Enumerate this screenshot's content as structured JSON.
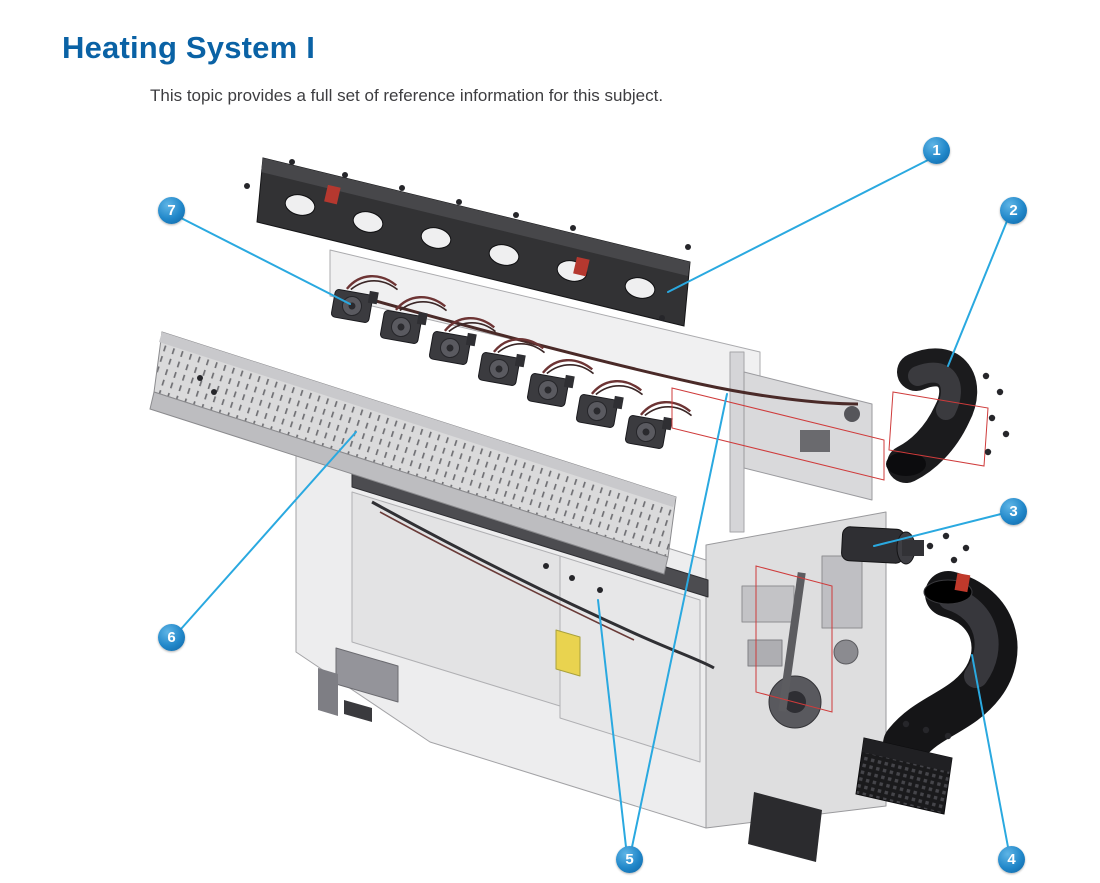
{
  "page": {
    "title": "Heating System I",
    "subtitle": "This topic provides a full set of reference information for this subject."
  },
  "figure": {
    "callouts": [
      {
        "number": "1"
      },
      {
        "number": "2"
      },
      {
        "number": "3"
      },
      {
        "number": "4"
      },
      {
        "number": "5"
      },
      {
        "number": "6"
      },
      {
        "number": "7"
      }
    ]
  },
  "colors": {
    "title_blue": "#0a62a5",
    "callout_blue": "#2187c9",
    "leader_line_blue": "#2aa9e0",
    "highlight_red": "#cf3b3b"
  }
}
